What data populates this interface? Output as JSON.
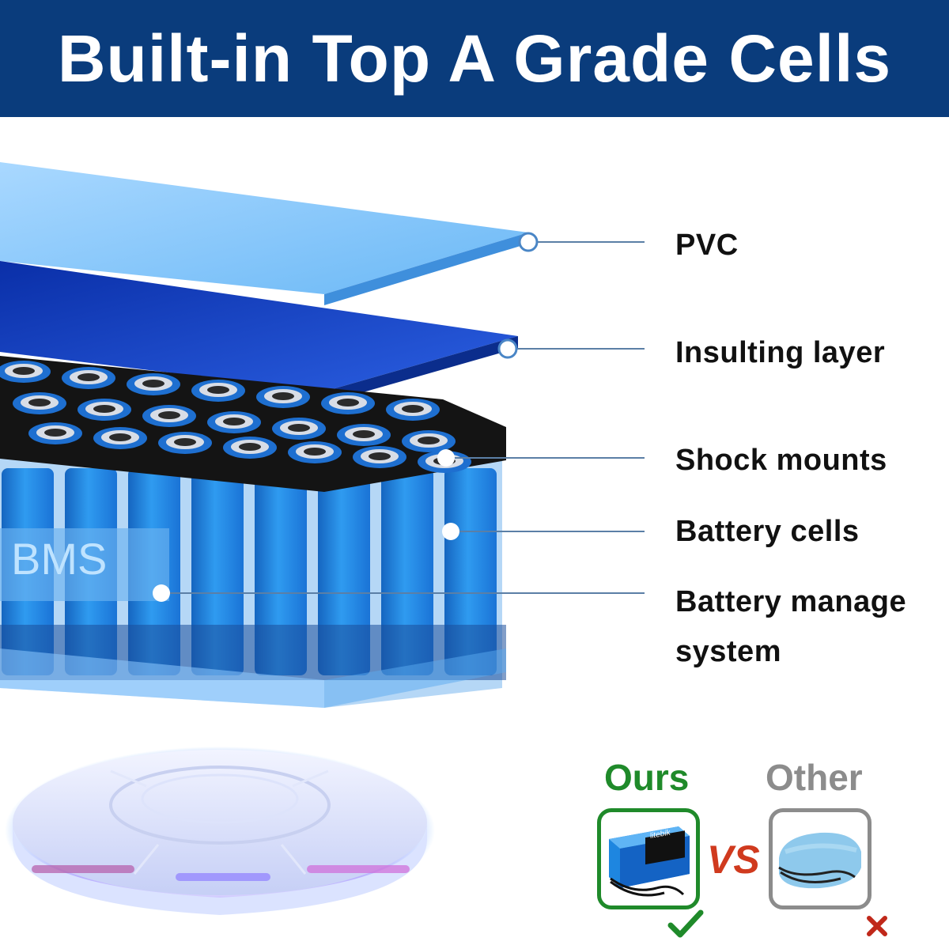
{
  "header": {
    "title": "Built-in Top A Grade Cells"
  },
  "layers": [
    {
      "label": "PVC"
    },
    {
      "label": "Insulting layer"
    },
    {
      "label": "Shock mounts"
    },
    {
      "label": "Battery cells"
    },
    {
      "label": "Battery manage system"
    }
  ],
  "bms_label": "BMS",
  "comparison": {
    "ours_title": "Ours",
    "other_title": "Other",
    "vs_text": "VS",
    "ours_product_brand": "litebik",
    "ours_mark": "check-mark-icon",
    "other_mark": "cross-mark-icon"
  },
  "colors": {
    "header_bg": "#0a3c7c",
    "ours_green": "#1f8a2a",
    "other_gray": "#8c8c8c",
    "vs_red": "#d03a1e",
    "cell_blue": "#1e86e0"
  }
}
